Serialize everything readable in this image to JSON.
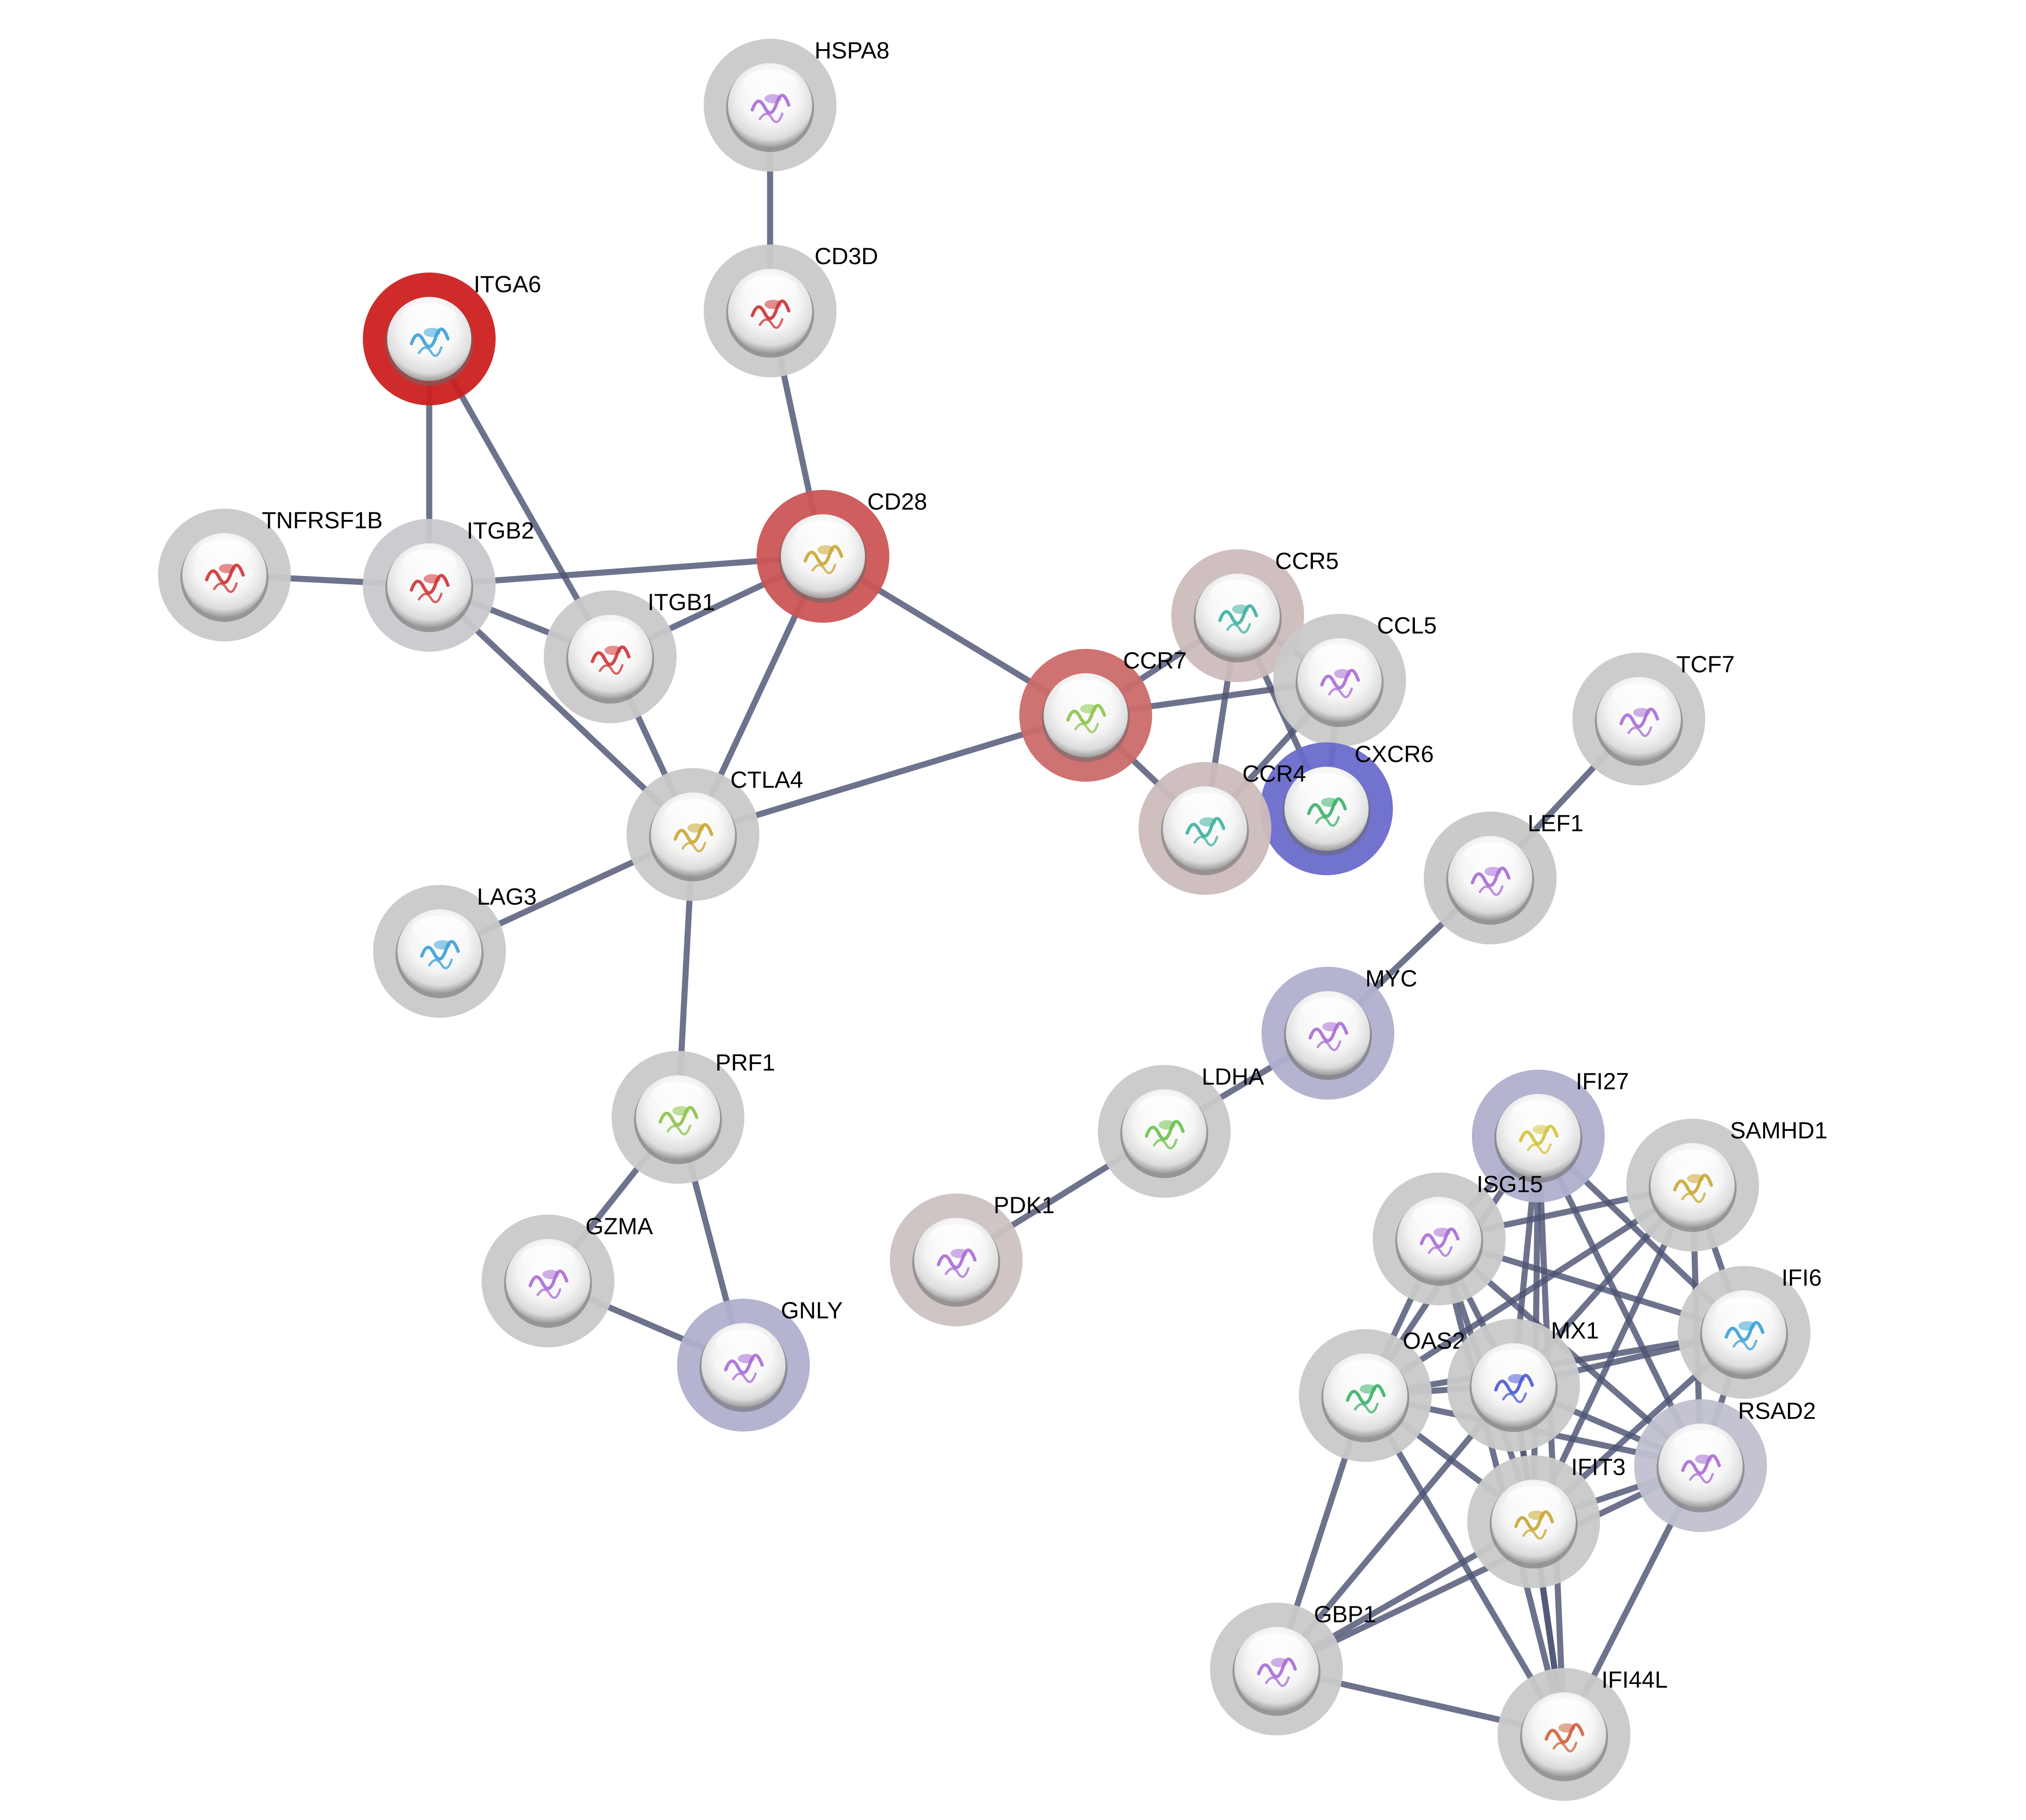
{
  "network": {
    "nodes": [
      {
        "id": "HSPA8",
        "label": "HSPA8",
        "halo": "#c9c9c9",
        "structure": "#a86bd6"
      },
      {
        "id": "CD3D",
        "label": "CD3D",
        "halo": "#c9c9c9",
        "structure": "#cc3333"
      },
      {
        "id": "ITGA6",
        "label": "ITGA6",
        "halo": "#cc2020",
        "structure": "#3aa0d8"
      },
      {
        "id": "TNFRSF1B",
        "label": "TNFRSF1B",
        "halo": "#c9c9c9",
        "structure": "#cc3333"
      },
      {
        "id": "ITGB2",
        "label": "ITGB2",
        "halo": "#c9c9ce",
        "structure": "#cc3333"
      },
      {
        "id": "ITGB1",
        "label": "ITGB1",
        "halo": "#c9c9c9",
        "structure": "#cc3333"
      },
      {
        "id": "CD28",
        "label": "CD28",
        "halo": "#cc5555",
        "structure": "#c8a632"
      },
      {
        "id": "CCR5",
        "label": "CCR5",
        "halo": "#cdbcbc",
        "structure": "#3cb0a0"
      },
      {
        "id": "CCL5",
        "label": "CCL5",
        "halo": "#c9c9c9",
        "structure": "#a86bd6"
      },
      {
        "id": "CCR7",
        "label": "CCR7",
        "halo": "#cc6a6a",
        "structure": "#8bc34a"
      },
      {
        "id": "CXCR6",
        "label": "CXCR6",
        "halo": "#6a6acc",
        "structure": "#3cb06a"
      },
      {
        "id": "CCR4",
        "label": "CCR4",
        "halo": "#cdbcbc",
        "structure": "#3cb0a0"
      },
      {
        "id": "TCF7",
        "label": "TCF7",
        "halo": "#c9c9c9",
        "structure": "#a86bd6"
      },
      {
        "id": "CTLA4",
        "label": "CTLA4",
        "halo": "#c9c9c9",
        "structure": "#c8a632"
      },
      {
        "id": "LEF1",
        "label": "LEF1",
        "halo": "#c9c6c6",
        "structure": "#a86bd6"
      },
      {
        "id": "LAG3",
        "label": "LAG3",
        "halo": "#c9c9c9",
        "structure": "#3aa0d8"
      },
      {
        "id": "MYC",
        "label": "MYC",
        "halo": "#b0b0cf",
        "structure": "#a86bd6"
      },
      {
        "id": "PRF1",
        "label": "PRF1",
        "halo": "#c9c9c9",
        "structure": "#8bc34a"
      },
      {
        "id": "LDHA",
        "label": "LDHA",
        "halo": "#c9c9c9",
        "structure": "#6cc04a"
      },
      {
        "id": "IFI27",
        "label": "IFI27",
        "halo": "#b0b0cf",
        "structure": "#d4c23a"
      },
      {
        "id": "SAMHD1",
        "label": "SAMHD1",
        "halo": "#c9c9c9",
        "structure": "#c8a632"
      },
      {
        "id": "ISG15",
        "label": "ISG15",
        "halo": "#c9c9c9",
        "structure": "#a86bd6"
      },
      {
        "id": "PDK1",
        "label": "PDK1",
        "halo": "#cdc2c2",
        "structure": "#a86bd6"
      },
      {
        "id": "GZMA",
        "label": "GZMA",
        "halo": "#c9c9c9",
        "structure": "#a86bd6"
      },
      {
        "id": "IFI6",
        "label": "IFI6",
        "halo": "#c9c9c9",
        "structure": "#3aa0d8"
      },
      {
        "id": "GNLY",
        "label": "GNLY",
        "halo": "#b0b0cf",
        "structure": "#a86bd6"
      },
      {
        "id": "OAS2",
        "label": "OAS2",
        "halo": "#c9c9c9",
        "structure": "#3cb06a"
      },
      {
        "id": "MX1",
        "label": "MX1",
        "halo": "#c9c9c9",
        "structure": "#4a5ad0"
      },
      {
        "id": "RSAD2",
        "label": "RSAD2",
        "halo": "#c0c0d0",
        "structure": "#a86bd6"
      },
      {
        "id": "IFIT3",
        "label": "IFIT3",
        "halo": "#c9c9c9",
        "structure": "#c8a632"
      },
      {
        "id": "GBP1",
        "label": "GBP1",
        "halo": "#c9c9c9",
        "structure": "#a86bd6"
      },
      {
        "id": "IFI44L",
        "label": "IFI44L",
        "halo": "#c9c9c9",
        "structure": "#d0603a"
      }
    ],
    "edges": [
      [
        "HSPA8",
        "CD3D"
      ],
      [
        "CD3D",
        "CD28"
      ],
      [
        "ITGA6",
        "ITGB2"
      ],
      [
        "ITGA6",
        "ITGB1"
      ],
      [
        "TNFRSF1B",
        "ITGB2"
      ],
      [
        "ITGB2",
        "CD28"
      ],
      [
        "ITGB2",
        "ITGB1"
      ],
      [
        "ITGB2",
        "CTLA4"
      ],
      [
        "ITGB1",
        "CD28"
      ],
      [
        "ITGB1",
        "CTLA4"
      ],
      [
        "CD28",
        "CTLA4"
      ],
      [
        "CD28",
        "CCR7"
      ],
      [
        "CTLA4",
        "CCR7"
      ],
      [
        "CTLA4",
        "LAG3"
      ],
      [
        "CTLA4",
        "PRF1"
      ],
      [
        "PRF1",
        "GZMA"
      ],
      [
        "PRF1",
        "GNLY"
      ],
      [
        "GZMA",
        "GNLY"
      ],
      [
        "CCR7",
        "CCR5"
      ],
      [
        "CCR7",
        "CCL5"
      ],
      [
        "CCR7",
        "CCR4"
      ],
      [
        "CCR5",
        "CCL5"
      ],
      [
        "CCR5",
        "CCR4"
      ],
      [
        "CCR5",
        "CXCR6"
      ],
      [
        "CCL5",
        "CCR4"
      ],
      [
        "CCL5",
        "CXCR6"
      ],
      [
        "TCF7",
        "LEF1"
      ],
      [
        "LEF1",
        "MYC"
      ],
      [
        "MYC",
        "LDHA"
      ],
      [
        "LDHA",
        "PDK1"
      ],
      [
        "IFI27",
        "ISG15"
      ],
      [
        "IFI27",
        "OAS2"
      ],
      [
        "IFI27",
        "MX1"
      ],
      [
        "IFI27",
        "IFIT3"
      ],
      [
        "IFI27",
        "RSAD2"
      ],
      [
        "IFI27",
        "IFI6"
      ],
      [
        "IFI27",
        "IFI44L"
      ],
      [
        "SAMHD1",
        "ISG15"
      ],
      [
        "SAMHD1",
        "OAS2"
      ],
      [
        "SAMHD1",
        "MX1"
      ],
      [
        "SAMHD1",
        "IFIT3"
      ],
      [
        "SAMHD1",
        "RSAD2"
      ],
      [
        "SAMHD1",
        "IFI6"
      ],
      [
        "ISG15",
        "OAS2"
      ],
      [
        "ISG15",
        "MX1"
      ],
      [
        "ISG15",
        "IFIT3"
      ],
      [
        "ISG15",
        "RSAD2"
      ],
      [
        "ISG15",
        "IFI6"
      ],
      [
        "ISG15",
        "IFI44L"
      ],
      [
        "IFI6",
        "OAS2"
      ],
      [
        "IFI6",
        "MX1"
      ],
      [
        "IFI6",
        "IFIT3"
      ],
      [
        "IFI6",
        "RSAD2"
      ],
      [
        "OAS2",
        "MX1"
      ],
      [
        "OAS2",
        "IFIT3"
      ],
      [
        "OAS2",
        "RSAD2"
      ],
      [
        "OAS2",
        "GBP1"
      ],
      [
        "OAS2",
        "IFI44L"
      ],
      [
        "MX1",
        "IFIT3"
      ],
      [
        "MX1",
        "RSAD2"
      ],
      [
        "MX1",
        "GBP1"
      ],
      [
        "MX1",
        "IFI44L"
      ],
      [
        "RSAD2",
        "IFIT3"
      ],
      [
        "RSAD2",
        "GBP1"
      ],
      [
        "RSAD2",
        "IFI44L"
      ],
      [
        "IFIT3",
        "GBP1"
      ],
      [
        "IFIT3",
        "IFI44L"
      ],
      [
        "GBP1",
        "IFI44L"
      ]
    ],
    "edge_color": "#4d5473"
  }
}
